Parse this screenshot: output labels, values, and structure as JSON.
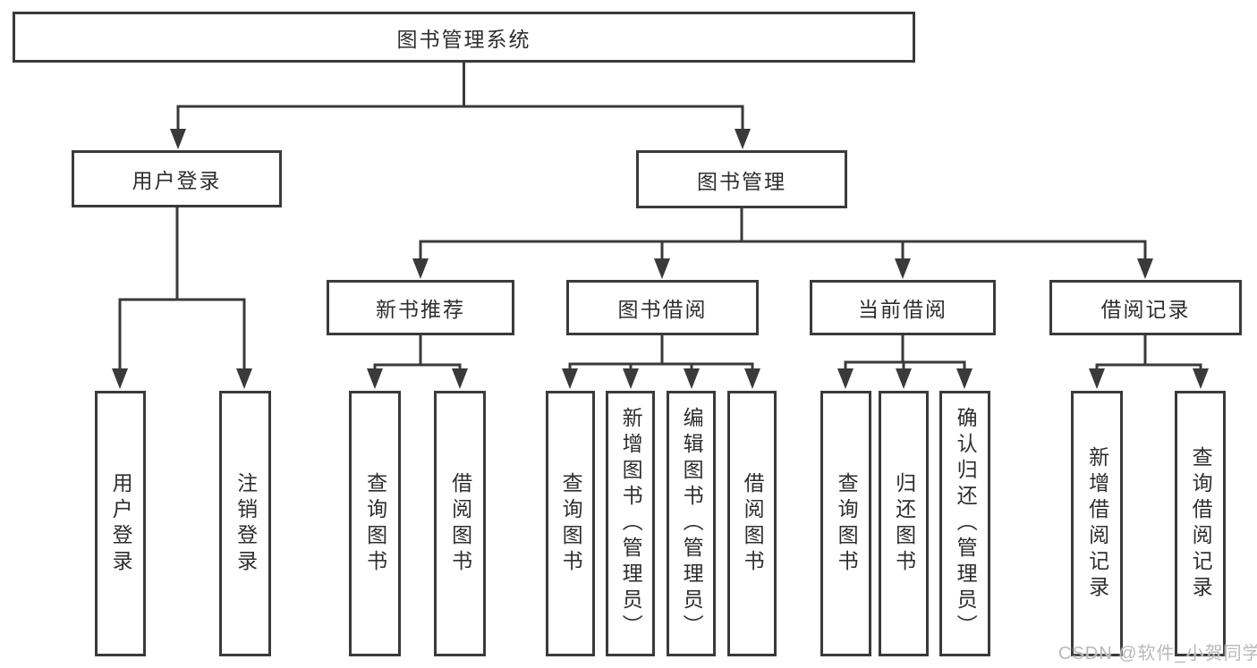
{
  "diagram_title": "图书管理系统",
  "colors": {
    "line": "#3a3a3a",
    "box_border": "#3a3a3a",
    "text": "#2e2e2e",
    "background": "#ffffff",
    "watermark": "#b9b9b9"
  },
  "tree": {
    "root": {
      "label": "图书管理系统"
    },
    "level2": [
      {
        "label": "用户登录"
      },
      {
        "label": "图书管理"
      }
    ],
    "level3": [
      {
        "label": "新书推荐",
        "parent": "图书管理"
      },
      {
        "label": "图书借阅",
        "parent": "图书管理"
      },
      {
        "label": "当前借阅",
        "parent": "图书管理"
      },
      {
        "label": "借阅记录",
        "parent": "图书管理"
      }
    ],
    "leaves": [
      {
        "label": "用户登录",
        "parent": "用户登录"
      },
      {
        "label": "注销登录",
        "parent": "用户登录"
      },
      {
        "label": "查询图书",
        "parent": "新书推荐"
      },
      {
        "label": "借阅图书",
        "parent": "新书推荐"
      },
      {
        "label": "查询图书",
        "parent": "图书借阅"
      },
      {
        "label": "新增图书（管理员）",
        "parent": "图书借阅"
      },
      {
        "label": "编辑图书（管理员）",
        "parent": "图书借阅"
      },
      {
        "label": "借阅图书",
        "parent": "图书借阅"
      },
      {
        "label": "查询图书",
        "parent": "当前借阅"
      },
      {
        "label": "归还图书",
        "parent": "当前借阅"
      },
      {
        "label": "确认归还（管理员）",
        "parent": "当前借阅"
      },
      {
        "label": "新增借阅记录",
        "parent": "借阅记录"
      },
      {
        "label": "查询借阅记录",
        "parent": "借阅记录"
      }
    ]
  },
  "watermark": {
    "text": "CSDN @软件_小贺同学"
  }
}
